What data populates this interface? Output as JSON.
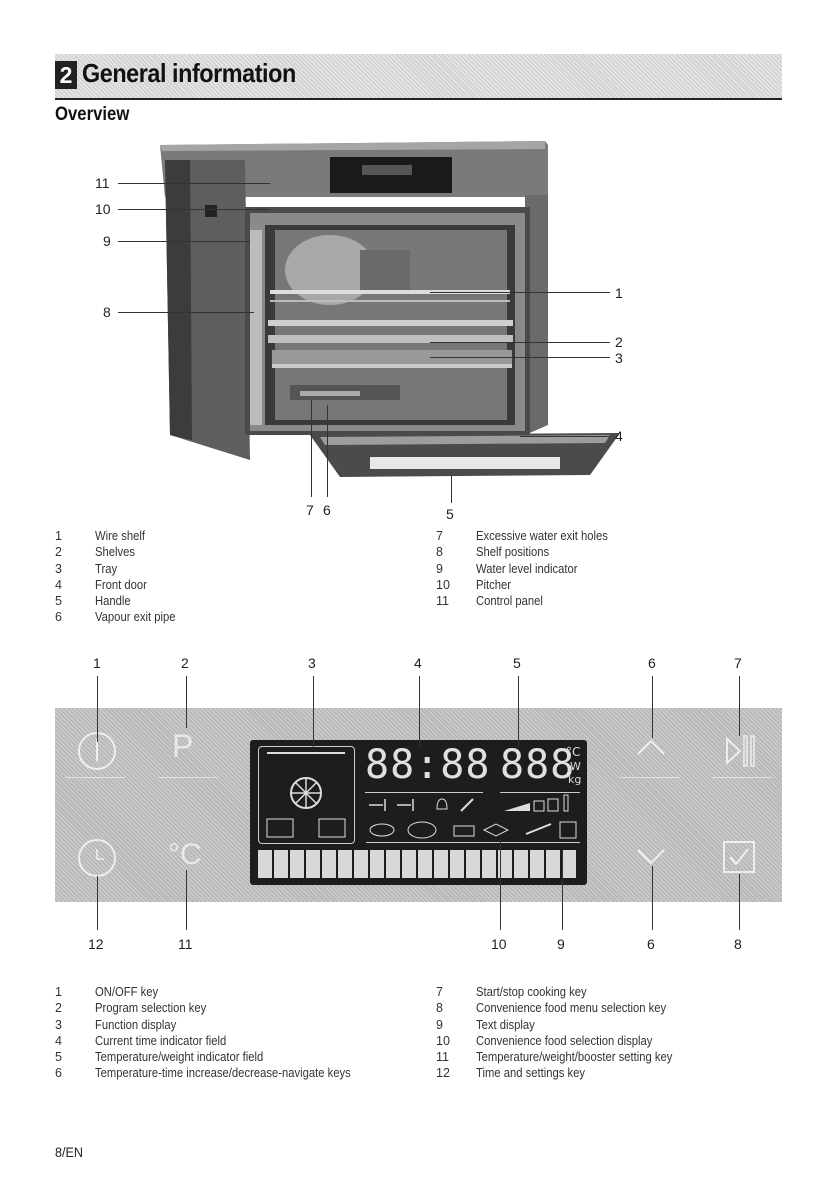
{
  "header": {
    "section_number": "2",
    "section_title": "General information"
  },
  "subtitle": "Overview",
  "oven_callouts": {
    "c1": "1",
    "c2": "2",
    "c3": "3",
    "c4": "4",
    "c5": "5",
    "c6": "6",
    "c7": "7",
    "c8": "8",
    "c9": "9",
    "c10": "10",
    "c11": "11"
  },
  "oven_parts": [
    {
      "num": "1",
      "label": "Wire shelf"
    },
    {
      "num": "2",
      "label": "Shelves"
    },
    {
      "num": "3",
      "label": "Tray"
    },
    {
      "num": "4",
      "label": "Front door"
    },
    {
      "num": "5",
      "label": "Handle"
    },
    {
      "num": "6",
      "label": "Vapour exit pipe"
    },
    {
      "num": "7",
      "label": "Excessive water exit holes"
    },
    {
      "num": "8",
      "label": "Shelf positions"
    },
    {
      "num": "9",
      "label": "Water level indicator"
    },
    {
      "num": "10",
      "label": "Pitcher"
    },
    {
      "num": "11",
      "label": "Control panel"
    }
  ],
  "panel_callouts_top": [
    "1",
    "2",
    "3",
    "4",
    "5",
    "6",
    "7"
  ],
  "panel_callouts_bottom": [
    "12",
    "11",
    "10",
    "9",
    "6",
    "8"
  ],
  "display": {
    "time": "88:88",
    "temp": "888",
    "unit_c": "°C",
    "unit_w": "W",
    "unit_kg": "kg",
    "onoff_symbol": "⏻",
    "program_key": "P",
    "temp_key": "°C"
  },
  "panel_keys": [
    {
      "num": "1",
      "label": "ON/OFF key"
    },
    {
      "num": "2",
      "label": "Program selection key"
    },
    {
      "num": "3",
      "label": "Function display"
    },
    {
      "num": "4",
      "label": "Current time indicator field"
    },
    {
      "num": "5",
      "label": "Temperature/weight indicator field"
    },
    {
      "num": "6",
      "label": "Temperature-time increase/decrease-navigate keys"
    },
    {
      "num": "7",
      "label": "Start/stop cooking key"
    },
    {
      "num": "8",
      "label": "Convenience food menu selection key"
    },
    {
      "num": "9",
      "label": "Text display"
    },
    {
      "num": "10",
      "label": "Convenience food selection display"
    },
    {
      "num": "11",
      "label": "Temperature/weight/booster setting key"
    },
    {
      "num": "12",
      "label": "Time and settings key"
    }
  ],
  "footer": "8/EN"
}
